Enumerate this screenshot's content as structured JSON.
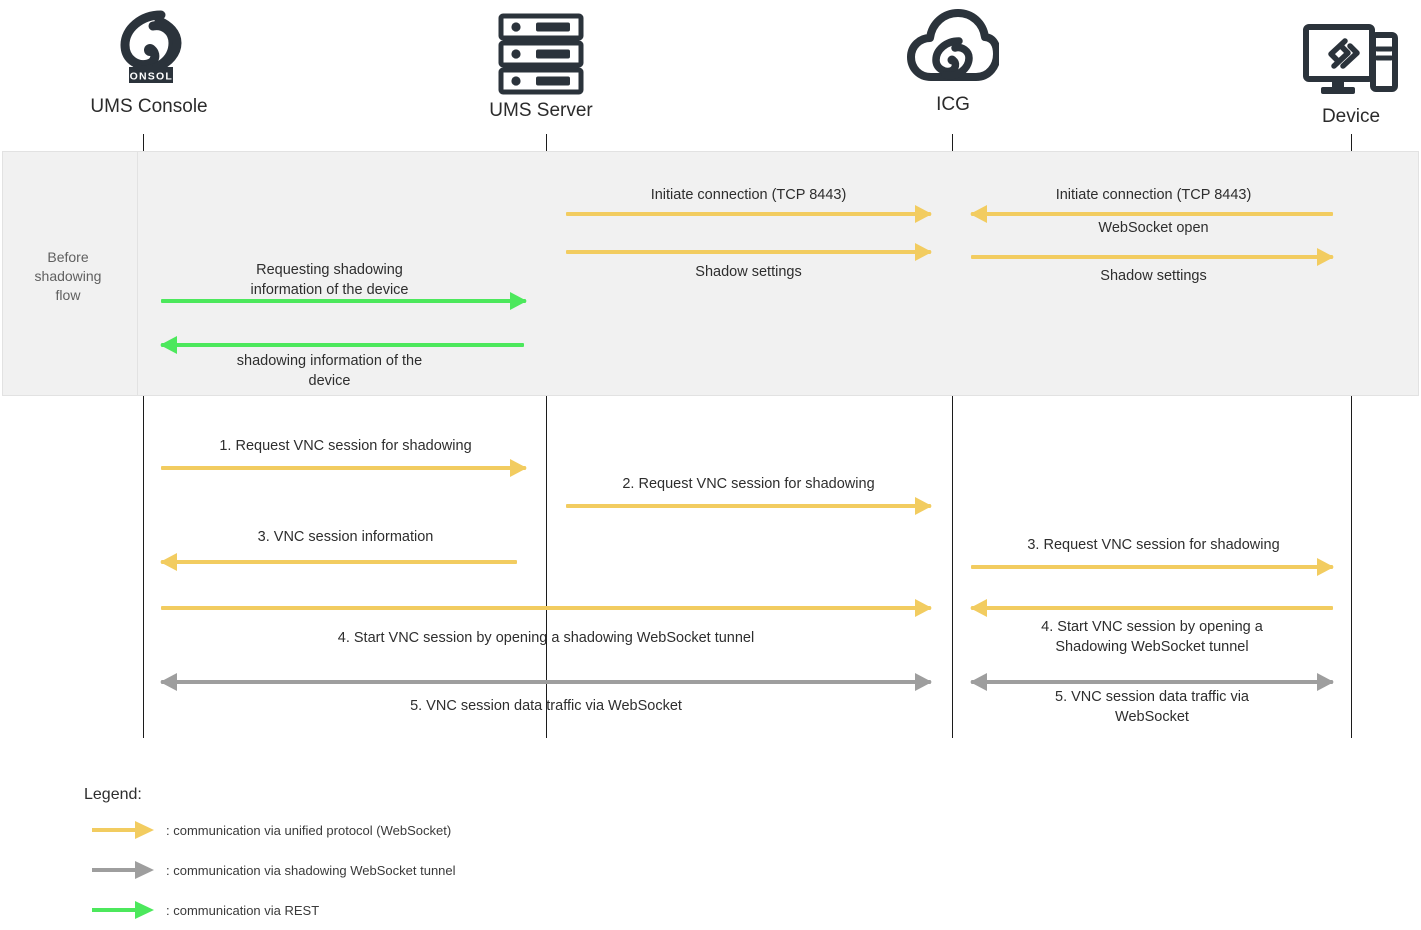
{
  "colors": {
    "yellow": "#F2CC60",
    "green": "#4CE85C",
    "gray": "#9E9E9E",
    "lifeline": "#1C1C1C",
    "band_fill": "#F1F1F1",
    "band_border": "#E2E2E2",
    "icon": "#2B333B",
    "text": "#2E2E2E",
    "muted_text": "#606060"
  },
  "participants": [
    {
      "id": "ums-console",
      "label": "UMS Console",
      "icon": "ums-console-logo-icon"
    },
    {
      "id": "ums-server",
      "label": "UMS Server",
      "icon": "server-rack-icon"
    },
    {
      "id": "icg",
      "label": "ICG",
      "icon": "cloud-gateway-icon"
    },
    {
      "id": "device",
      "label": "Device",
      "icon": "monitor-device-icon"
    }
  ],
  "phase": {
    "label": "Before\nshadowing\nflow",
    "label_lines": [
      "Before",
      "shadowing",
      "flow"
    ]
  },
  "messages": [
    {
      "id": "m1",
      "label": "Initiate connection (TCP 8443)",
      "from": "ums-server",
      "to": "icg",
      "direction": "right",
      "color": "yellow",
      "label_pos": "above"
    },
    {
      "id": "m2",
      "label": "Initiate connection (TCP 8443)",
      "from": "device",
      "to": "icg",
      "direction": "left",
      "color": "yellow",
      "label_pos": "above"
    },
    {
      "id": "m3",
      "label": "WebSocket open",
      "from": "icg",
      "to": "device",
      "direction": "right",
      "color": "yellow",
      "label_pos": "above"
    },
    {
      "id": "m4",
      "label": "Shadow settings",
      "from": "ums-server",
      "to": "icg",
      "direction": "right",
      "color": "yellow",
      "label_pos": "below"
    },
    {
      "id": "m5",
      "label": "Shadow settings",
      "from": "icg",
      "to": "device",
      "direction": "right",
      "color": "yellow",
      "label_pos": "below"
    },
    {
      "id": "m6",
      "label": "Requesting shadowing\ninformation of the device",
      "label_lines": [
        "Requesting shadowing",
        "information of the device"
      ],
      "from": "ums-console",
      "to": "ums-server",
      "direction": "right",
      "color": "green",
      "label_pos": "above"
    },
    {
      "id": "m7",
      "label": "shadowing information of the\ndevice",
      "label_lines": [
        "shadowing information of the",
        "device"
      ],
      "from": "ums-server",
      "to": "ums-console",
      "direction": "left",
      "color": "green",
      "label_pos": "below"
    },
    {
      "id": "m8",
      "label": "1.   Request VNC session for shadowing",
      "from": "ums-console",
      "to": "ums-server",
      "direction": "right",
      "color": "yellow",
      "label_pos": "above"
    },
    {
      "id": "m9",
      "label": "2.   Request VNC session for shadowing",
      "from": "ums-server",
      "to": "icg",
      "direction": "right",
      "color": "yellow",
      "label_pos": "above"
    },
    {
      "id": "m10",
      "label": "3.   VNC session information",
      "from": "ums-server",
      "to": "ums-console",
      "direction": "left",
      "color": "yellow",
      "label_pos": "above"
    },
    {
      "id": "m11",
      "label": "3.   Request VNC session for shadowing",
      "from": "icg",
      "to": "device",
      "direction": "right",
      "color": "yellow",
      "label_pos": "above"
    },
    {
      "id": "m12",
      "label": "4.   Start VNC session by opening a shadowing WebSocket tunnel",
      "from": "ums-console",
      "to": "icg",
      "direction": "right",
      "color": "yellow",
      "label_pos": "below"
    },
    {
      "id": "m13",
      "label": "4.   Start VNC session by opening a\nShadowing WebSocket tunnel",
      "label_lines": [
        "4.   Start VNC session by opening a",
        "Shadowing WebSocket tunnel"
      ],
      "from": "device",
      "to": "icg",
      "direction": "left",
      "color": "yellow",
      "label_pos": "below"
    },
    {
      "id": "m14",
      "label": "5.   VNC session data traffic via WebSocket",
      "from": "ums-console",
      "to": "icg",
      "direction": "both",
      "color": "gray",
      "label_pos": "below"
    },
    {
      "id": "m15",
      "label": "5.   VNC session data traffic via\nWebSocket",
      "label_lines": [
        "5.   VNC session data traffic via",
        "WebSocket"
      ],
      "from": "icg",
      "to": "device",
      "direction": "both",
      "color": "gray",
      "label_pos": "below"
    }
  ],
  "legend": {
    "title": "Legend:",
    "items": [
      {
        "color": "yellow",
        "text": ": communication via unified protocol (WebSocket)"
      },
      {
        "color": "gray",
        "text": ": communication via shadowing WebSocket tunnel"
      },
      {
        "color": "green",
        "text": ": communication via REST"
      }
    ]
  }
}
